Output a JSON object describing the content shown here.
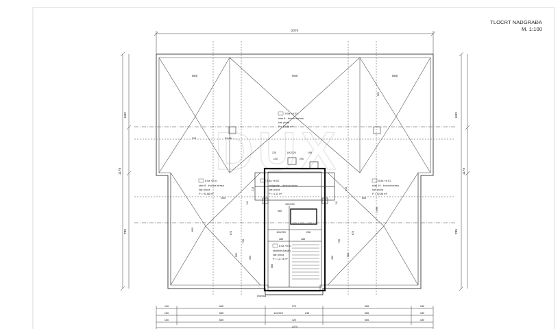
{
  "title": {
    "name": "TLOCRT NADGRAĐA",
    "scale": "M. 1:100"
  },
  "watermark": "DUX",
  "dimensions": {
    "overall_width": "2070",
    "overall_bottom": "2070",
    "top_segments": [
      "505",
      "948",
      "505"
    ],
    "stair_top": [
      "125",
      "100/220",
      "195",
      "100",
      "290"
    ],
    "left_vertical": [
      "630",
      "1175",
      "785"
    ],
    "right_vertical": [
      "630",
      "1175",
      "785"
    ],
    "bottom_row1": [
      "160",
      "665",
      "370",
      "665",
      "180"
    ],
    "bottom_row2": [
      "160",
      "665",
      "140/220",
      "245",
      "665",
      "180"
    ],
    "bottom_row3": [
      "160",
      "665",
      "420",
      "665",
      "180"
    ],
    "inner_left": [
      "605",
      "111",
      "213",
      "600",
      "875",
      "735",
      "552",
      "450"
    ],
    "inner_right": [
      "600",
      "111",
      "213",
      "1998",
      "875",
      "735",
      "552",
      "450"
    ],
    "stair_inner": [
      "960",
      "100/220",
      "180",
      "208",
      "185",
      "580"
    ],
    "misc": [
      "524",
      "315",
      "31.45",
      "40",
      "30",
      "60"
    ]
  },
  "rooms": [
    {
      "id": "R1",
      "lines": [
        "8.5a +8.01",
        "stan 8 - krovna terasa",
        "kat: ploča",
        "P = 80.88 m²"
      ]
    },
    {
      "id": "R2",
      "lines": [
        "8.5a +8.01",
        "stan 8 - krovna terasa",
        "kat: ploča",
        "P = 92.86 m²"
      ]
    },
    {
      "id": "R3",
      "lines": [
        "8.5a +8.01",
        "nadgrađe - ulazni prostor",
        "kat: ploča",
        "P = 4.12 m²"
      ]
    },
    {
      "id": "R4",
      "lines": [
        "8.5a +8.01",
        "stan 10 - krovna terasa",
        "kat: ploča",
        "P = 92.86 m²"
      ]
    },
    {
      "id": "R5",
      "lines": [
        "8.5a +8.01",
        "stubište (kanal)",
        "kat: ploča",
        "P = 13.73 m²"
      ]
    }
  ],
  "misc_labels": {
    "stair_note": "limenka",
    "door_label": "100/220"
  }
}
